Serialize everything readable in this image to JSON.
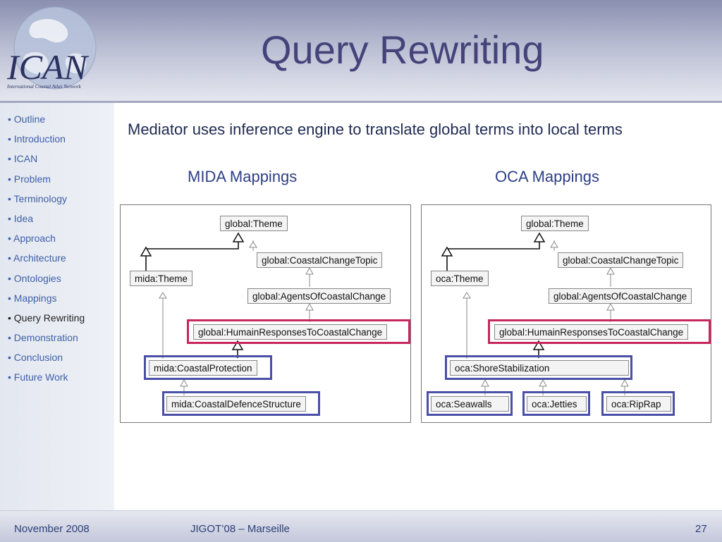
{
  "header": {
    "title": "Query Rewriting",
    "logo_text": "ICAN",
    "logo_subtext": "International Coastal Atlas Network"
  },
  "sidebar": {
    "items": [
      {
        "label": "• Outline"
      },
      {
        "label": "• Introduction"
      },
      {
        "label": "• ICAN"
      },
      {
        "label": "• Problem"
      },
      {
        "label": "• Terminology"
      },
      {
        "label": "• Idea"
      },
      {
        "label": "• Approach"
      },
      {
        "label": "• Architecture"
      },
      {
        "label": "• Ontologies"
      },
      {
        "label": "• Mappings"
      },
      {
        "label": "• Query Rewriting"
      },
      {
        "label": "• Demonstration"
      },
      {
        "label": "• Conclusion"
      },
      {
        "label": "• Future Work"
      }
    ],
    "current_index": 10
  },
  "main": {
    "subtitle": "Mediator uses inference engine to translate global terms into local terms",
    "mida": {
      "heading": "MIDA Mappings",
      "nodes": {
        "theme": "global:Theme",
        "coastal_change_topic": "global:CoastalChangeTopic",
        "local_theme": "mida:Theme",
        "agents": "global:AgentsOfCoastalChange",
        "human_responses": "global:HumainResponsesToCoastalChange",
        "protection": "mida:CoastalProtection",
        "defence": "mida:CoastalDefenceStructure"
      }
    },
    "oca": {
      "heading": "OCA Mappings",
      "nodes": {
        "theme": "global:Theme",
        "coastal_change_topic": "global:CoastalChangeTopic",
        "local_theme": "oca:Theme",
        "agents": "global:AgentsOfCoastalChange",
        "human_responses": "global:HumainResponsesToCoastalChange",
        "shore": "oca:ShoreStabilization",
        "seawalls": "oca:Seawalls",
        "jetties": "oca:Jetties",
        "riprap": "oca:RipRap"
      }
    }
  },
  "footer": {
    "date": "November 2008",
    "event": "JIGOT’08 – Marseille",
    "page": "27"
  },
  "colors": {
    "title": "#45437a",
    "nav_link": "#3d5fa8",
    "highlight_red": "#c8265c",
    "highlight_blue": "#4a4fa8"
  }
}
